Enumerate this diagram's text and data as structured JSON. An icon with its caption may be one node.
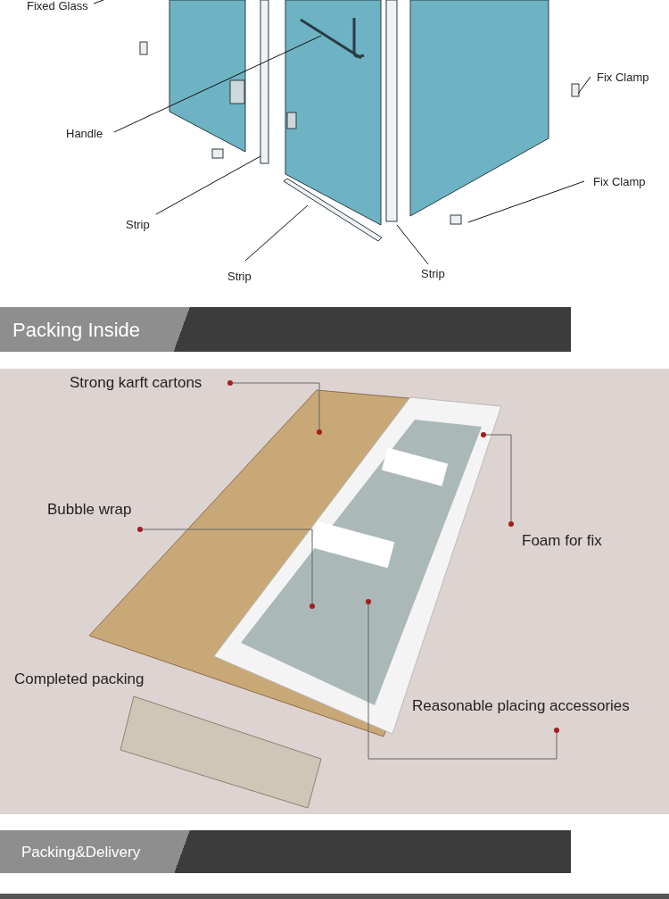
{
  "diagram": {
    "nodes": [
      {
        "text": [
          "Fixed Glass"
        ]
      },
      {
        "text": [
          "Handle"
        ]
      },
      {
        "text": [
          "Strip"
        ]
      },
      {
        "text": [
          "Strip"
        ]
      },
      {
        "text": [
          "Strip"
        ]
      },
      {
        "text": [
          "Fix Clamp"
        ]
      },
      {
        "text": [
          "Fix Clamp"
        ]
      },
      {
        "text": [
          "Strong karft cartons"
        ]
      },
      {
        "text": [
          "Bubble wrap"
        ]
      },
      {
        "text": [
          "Foam for fix"
        ]
      },
      {
        "text": [
          "Reasonable placing accessories"
        ]
      }
    ],
    "edges": [
      {
        "from": 0,
        "to": null,
        "arrow": "none"
      },
      {
        "from": 1,
        "to": null,
        "arrow": "none"
      },
      {
        "from": 2,
        "to": null,
        "arrow": "none"
      },
      {
        "from": 3,
        "to": null,
        "arrow": "none"
      },
      {
        "from": 4,
        "to": null,
        "arrow": "none"
      },
      {
        "from": 5,
        "to": null,
        "arrow": "none"
      },
      {
        "from": 6,
        "to": null,
        "arrow": "none"
      },
      {
        "from": 7,
        "to": null,
        "arrow": "other"
      },
      {
        "from": 8,
        "to": null,
        "arrow": "other"
      },
      {
        "from": 9,
        "to": null,
        "arrow": "other"
      },
      {
        "from": 10,
        "to": null,
        "arrow": "other"
      }
    ],
    "labels": [
      "Packing Inside",
      "Completed packing",
      "Packing&Delivery"
    ]
  }
}
